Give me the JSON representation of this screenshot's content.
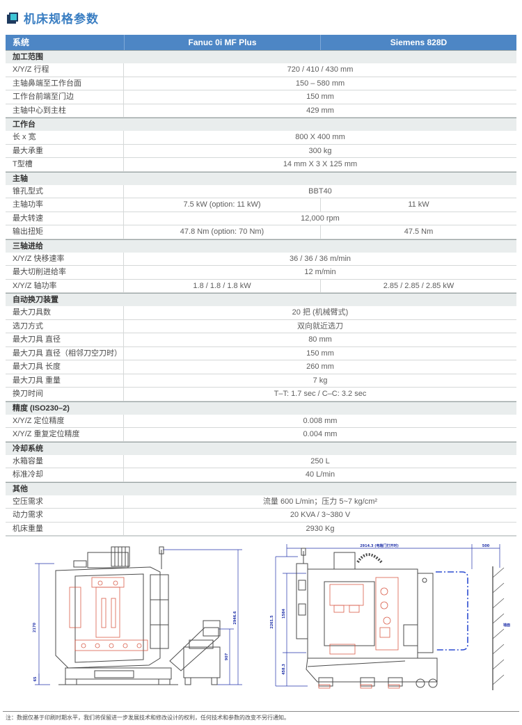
{
  "page": {
    "title": "机床规格参数",
    "footnote": "注：数据仅基于印刷时期水平，我们将保留进一步发展技术和修改设计的权利，任何技术和参数的改变不另行通知。"
  },
  "colors": {
    "header_blue": "#4d86c5",
    "title_blue": "#3a7ec2",
    "icon_teal": "#3fc6d6",
    "section_gray": "#e9eded",
    "dimension_blue": "#2233aa",
    "red_overlay": "#d2402a"
  },
  "table": {
    "header": {
      "col1": "系统",
      "col2": "Fanuc 0i MF Plus",
      "col3": "Siemens 828D"
    },
    "rows": [
      {
        "type": "section",
        "label": "加工范围"
      },
      {
        "type": "span",
        "label": "X/Y/Z 行程",
        "value": "720 / 410 / 430 mm"
      },
      {
        "type": "span",
        "label": "主轴鼻端至工作台面",
        "value": "150 – 580 mm"
      },
      {
        "type": "span",
        "label": "工作台前端至门边",
        "value": "150 mm"
      },
      {
        "type": "span",
        "label": "主轴中心到主柱",
        "value": "429 mm"
      },
      {
        "type": "section",
        "label": "工作台"
      },
      {
        "type": "span",
        "label": "长 x 宽",
        "value": "800  X 400 mm"
      },
      {
        "type": "span",
        "label": "最大承重",
        "value": "300 kg"
      },
      {
        "type": "span",
        "label": "T型槽",
        "value": "14 mm X 3 X 125 mm"
      },
      {
        "type": "section",
        "label": "主轴"
      },
      {
        "type": "span",
        "label": "锥孔型式",
        "value": "BBT40"
      },
      {
        "type": "dual",
        "label": "主轴功率",
        "fanuc": "7.5 kW (option: 11 kW)",
        "siemens": "11 kW"
      },
      {
        "type": "span",
        "label": "最大转速",
        "value": "12,000 rpm"
      },
      {
        "type": "dual",
        "label": "输出扭矩",
        "fanuc": "47.8 Nm (option: 70 Nm)",
        "siemens": "47.5 Nm"
      },
      {
        "type": "section",
        "label": "三轴进给"
      },
      {
        "type": "span",
        "label": "X/Y/Z 快移速率",
        "value": "36 / 36 / 36 m/min"
      },
      {
        "type": "span",
        "label": "最大切削进给率",
        "value": "12 m/min"
      },
      {
        "type": "dual",
        "label": "X/Y/Z 轴功率",
        "fanuc": "1.8 / 1.8 / 1.8 kW",
        "siemens": "2.85 / 2.85 / 2.85 kW"
      },
      {
        "type": "section",
        "label": "自动换刀装置"
      },
      {
        "type": "span",
        "label": "最大刀具数",
        "value": "20 把 (机械臂式)"
      },
      {
        "type": "span",
        "label": "选刀方式",
        "value": "双向就近选刀"
      },
      {
        "type": "span",
        "label": "最大刀具 直径",
        "value": "80 mm"
      },
      {
        "type": "span",
        "label": "最大刀具 直径（相邻刀空刀时）",
        "value": "150 mm"
      },
      {
        "type": "span",
        "label": "最大刀具 长度",
        "value": "260 mm"
      },
      {
        "type": "span",
        "label": "最大刀具 重量",
        "value": "7 kg"
      },
      {
        "type": "span",
        "label": "换刀时间",
        "value": "T–T: 1.7 sec / C–C: 3.2 sec"
      },
      {
        "type": "section",
        "label": "精度  (ISO230–2)"
      },
      {
        "type": "span",
        "label": "X/Y/Z 定位精度",
        "value": "0.008 mm"
      },
      {
        "type": "span",
        "label": "X/Y/Z 重复定位精度",
        "value": "0.004 mm"
      },
      {
        "type": "section",
        "label": "冷却系统"
      },
      {
        "type": "span",
        "label": "水箱容量",
        "value": "250 L"
      },
      {
        "type": "span",
        "label": "标准冷却",
        "value": "40 L/min"
      },
      {
        "type": "section",
        "label": "其他"
      },
      {
        "type": "span",
        "label": "空压需求",
        "value": "流量 600 L/min；压力 5~7 kg/cm²"
      },
      {
        "type": "span",
        "label": "动力需求",
        "value": "20 KVA / 3~380 V"
      },
      {
        "type": "span",
        "label": "机床重量",
        "value": "2930 Kg"
      }
    ]
  },
  "drawings": {
    "left": {
      "dims": {
        "machine_height": "2170",
        "overall_height": "2946.6",
        "cart_height": "907",
        "base_gap": "65"
      }
    },
    "right": {
      "dims": {
        "width_door_open": "2914.3 (电箱门打开时)",
        "wall_clearance": "500",
        "left_total": "2261.5",
        "mid_height": "1584",
        "base_height": "458.3"
      },
      "wall_label": "墙面"
    }
  }
}
